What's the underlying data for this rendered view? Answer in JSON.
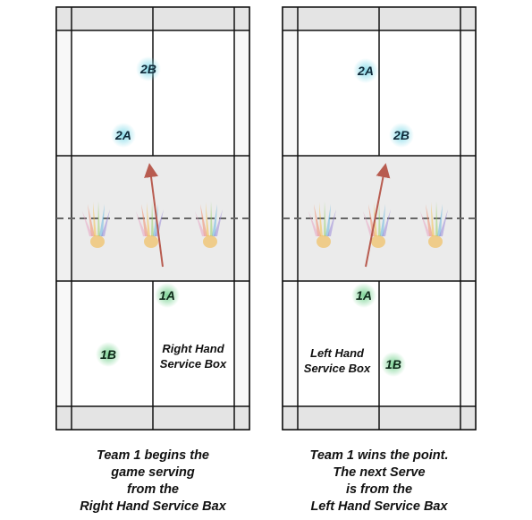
{
  "colors": {
    "line": "#111111",
    "alley_fill": "#e4e4e4",
    "net_zone_fill": "#ebebeb",
    "arrow": "#b85c50",
    "team1_player": "#3aa35a",
    "team2_player": "#3bb3c8"
  },
  "icons": [
    "shuttlecock-icon",
    "serve-arrow-icon"
  ],
  "left_court": {
    "players": {
      "p2b": "2B",
      "p2a": "2A",
      "p1a": "1A",
      "p1b": "1B"
    },
    "box_label": {
      "line1": "Right Hand",
      "line2": "Service Box"
    },
    "caption": [
      "Team 1 begins the",
      "game serving",
      "from the",
      "Right Hand Service Bax"
    ]
  },
  "right_court": {
    "players": {
      "p2a": "2A",
      "p2b": "2B",
      "p1a": "1A",
      "p1b": "1B"
    },
    "box_label": {
      "line1": "Left Hand",
      "line2": "Service Box"
    },
    "caption": [
      "Team 1 wins the point.",
      "The next Serve",
      "is from the",
      "Left Hand Service Bax"
    ]
  }
}
